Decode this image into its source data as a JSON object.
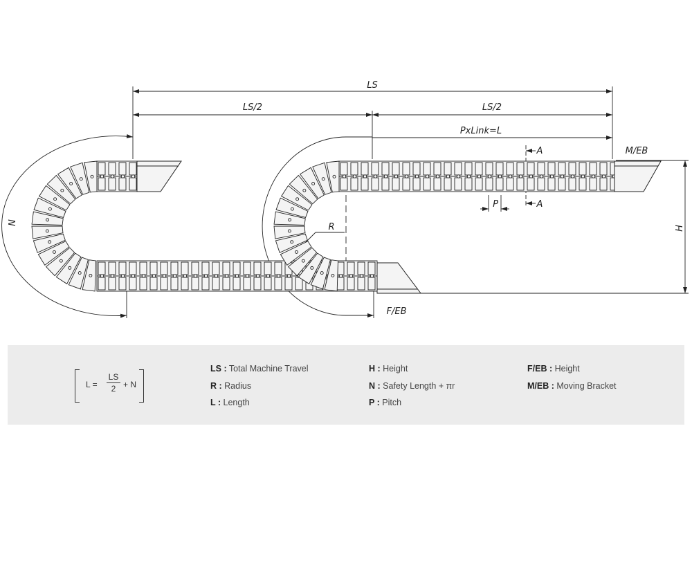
{
  "diagram": {
    "dimensions": {
      "ls": "LS",
      "ls_half_left": "LS/2",
      "ls_half_right": "LS/2",
      "px_link": "PxLink=L",
      "moving_bracket": "M/EB",
      "fixed_bracket": "F/EB",
      "height": "H",
      "radius": "R",
      "safety": "N",
      "pitch": "P",
      "section_top": "A",
      "section_bottom": "A"
    }
  },
  "formula": {
    "lhs": "L =",
    "numerator": "LS",
    "denominator": "2",
    "rhs": "+ N"
  },
  "legend": {
    "col1": [
      {
        "key": "LS :",
        "desc": "Total Machine Travel"
      },
      {
        "key": "R :",
        "desc": "Radius"
      },
      {
        "key": "L :",
        "desc": "Length"
      }
    ],
    "col2": [
      {
        "key": "H :",
        "desc": "Height"
      },
      {
        "key": "N :",
        "desc": "Safety Length + πr"
      },
      {
        "key": "P :",
        "desc": "Pitch"
      }
    ],
    "col3": [
      {
        "key": "F/EB :",
        "desc": "Height"
      },
      {
        "key": "M/EB :",
        "desc": "Moving Bracket"
      }
    ]
  },
  "colors": {
    "line": "#222222",
    "chain_fill": "#f4f4f4",
    "panel_bg": "#ececec"
  }
}
